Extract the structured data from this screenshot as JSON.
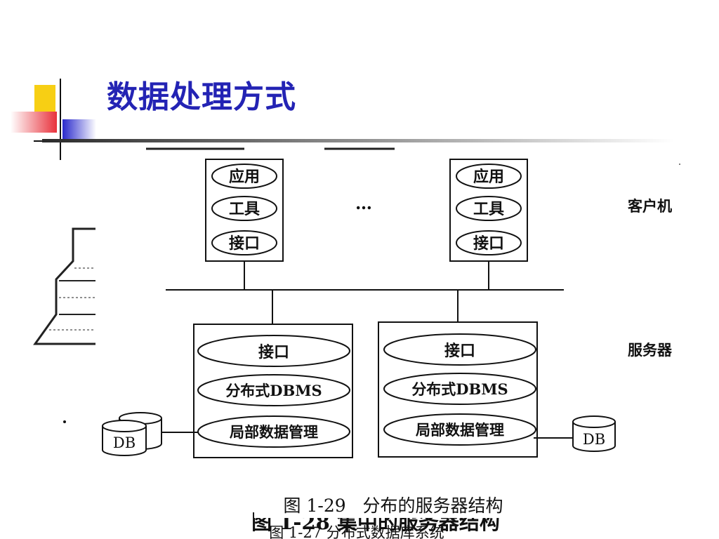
{
  "slide": {
    "title": "数据处理方式",
    "accent_colors": {
      "yellow": "#f7cf14",
      "red": "#e8323c",
      "blue": "#2a2acc",
      "title": "#2323b4"
    }
  },
  "diagram": {
    "client_label": "客户机",
    "server_label": "服务器",
    "ellipsis": "…",
    "clients": [
      {
        "items": [
          "应用",
          "工具",
          "接口"
        ]
      },
      {
        "items": [
          "应用",
          "工具",
          "接口"
        ]
      }
    ],
    "servers": [
      {
        "items": [
          "接口",
          "分布式DBMS",
          "局部数据管理"
        ],
        "db_label": "DB"
      },
      {
        "items": [
          "接口",
          "分布式DBMS",
          "局部数据管理"
        ],
        "db_label": "DB"
      }
    ]
  },
  "captions": {
    "main": "图 1-29   分布的服务器结构",
    "behind_top": "图 1-28   集中的服务器结构",
    "behind_bottom": "图 1-27   分布式数据库系统"
  }
}
